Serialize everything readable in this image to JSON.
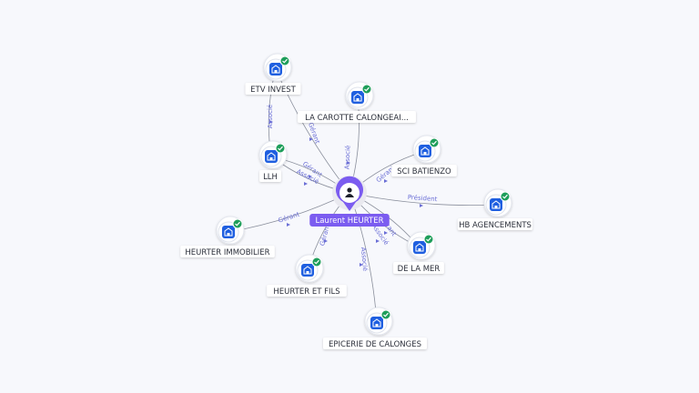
{
  "graph": {
    "center": {
      "name": "Laurent HEURTER",
      "icon": "person-icon",
      "color": "#7b5cf0"
    },
    "nodes": [
      {
        "id": "etv",
        "label": "ETV INVEST",
        "icon": "building-icon",
        "verified": true
      },
      {
        "id": "carotte",
        "label": "LA CAROTTE CALONGEAI...",
        "icon": "building-icon",
        "verified": true
      },
      {
        "id": "llh",
        "label": "LLH",
        "icon": "building-icon",
        "verified": true
      },
      {
        "id": "batienzo",
        "label": "SCI BATIENZO",
        "icon": "building-icon",
        "verified": true
      },
      {
        "id": "hb",
        "label": "HB AGENCEMENTS",
        "icon": "building-icon",
        "verified": true
      },
      {
        "id": "immo",
        "label": "HEURTER IMMOBILIER",
        "icon": "building-icon",
        "verified": true
      },
      {
        "id": "delamer",
        "label": "DE LA MER",
        "icon": "building-icon",
        "verified": true
      },
      {
        "id": "fils",
        "label": "HEURTER ET FILS",
        "icon": "building-icon",
        "verified": true
      },
      {
        "id": "epicerie",
        "label": "EPICERIE DE CALONGES",
        "icon": "building-icon",
        "verified": true
      }
    ],
    "edges": [
      {
        "from": "etv",
        "to": "llh",
        "label": "Associé"
      },
      {
        "from": "center",
        "to": "etv",
        "label": "Gérant"
      },
      {
        "from": "center",
        "to": "carotte",
        "label": "Associé"
      },
      {
        "from": "center",
        "to": "llh",
        "label": "Gérant"
      },
      {
        "from": "center",
        "to": "llh",
        "label": "Associé"
      },
      {
        "from": "center",
        "to": "batienzo",
        "label": "Gérant"
      },
      {
        "from": "center",
        "to": "hb",
        "label": "Président"
      },
      {
        "from": "center",
        "to": "immo",
        "label": "Gérant"
      },
      {
        "from": "center",
        "to": "delamer",
        "label": "Gérant"
      },
      {
        "from": "center",
        "to": "delamer",
        "label": "Associé"
      },
      {
        "from": "center",
        "to": "fils",
        "label": "Gérant"
      },
      {
        "from": "center",
        "to": "epicerie",
        "label": "Associé"
      }
    ],
    "colors": {
      "edge": "#8a8f9c",
      "icon_bg": "#1f5fe0",
      "check": "#1e9e5a",
      "edge_label": "#6b6fd6"
    }
  }
}
